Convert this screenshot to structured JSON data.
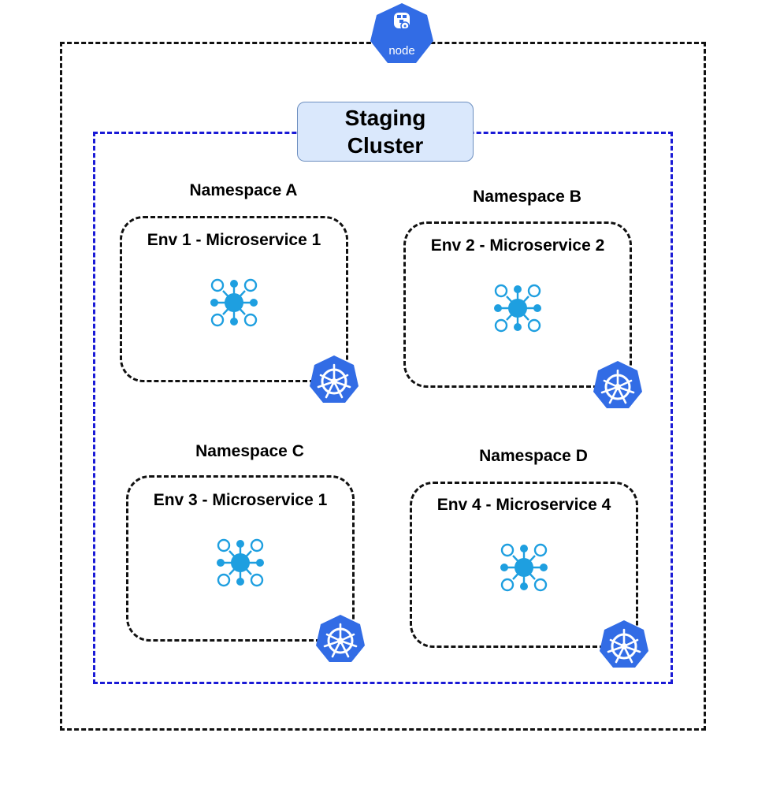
{
  "node": {
    "label": "node",
    "icon": "kubernetes-node-icon",
    "color": "#326ce5"
  },
  "cluster": {
    "title": "Staging\nCluster",
    "border_color": "#1a1ad6",
    "title_fill": "#dae8fc"
  },
  "namespaces": [
    {
      "label": "Namespace A",
      "env_label": "Env 1 - Microservice 1"
    },
    {
      "label": "Namespace B",
      "env_label": "Env 2 - Microservice 2"
    },
    {
      "label": "Namespace C",
      "env_label": "Env 3 - Microservice 1"
    },
    {
      "label": "Namespace D",
      "env_label": "Env 4 - Microservice 4"
    }
  ],
  "icons": {
    "microservice": "microservice-icon",
    "kubernetes": "kubernetes-helm-icon",
    "microservice_color": "#1e9fe0",
    "kubernetes_color": "#326ce5"
  }
}
